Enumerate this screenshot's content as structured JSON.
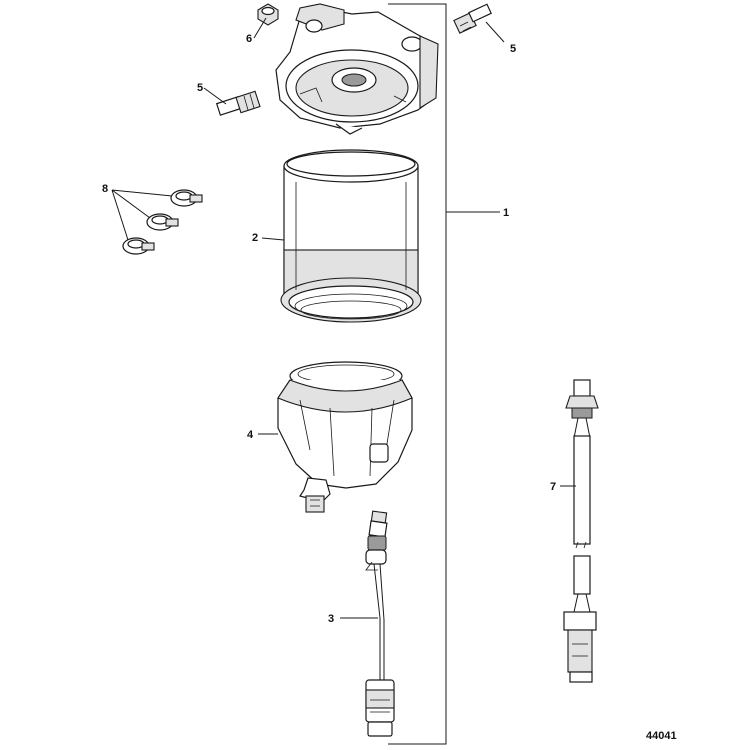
{
  "diagram": {
    "figure_number": "44041",
    "callouts": {
      "housing": "1",
      "filter_element": "2",
      "sensor_harness": "3",
      "bowl": "4",
      "fitting_right": "5",
      "fitting_left": "5",
      "plug": "6",
      "extension_harness": "7",
      "clamps": "8"
    }
  }
}
